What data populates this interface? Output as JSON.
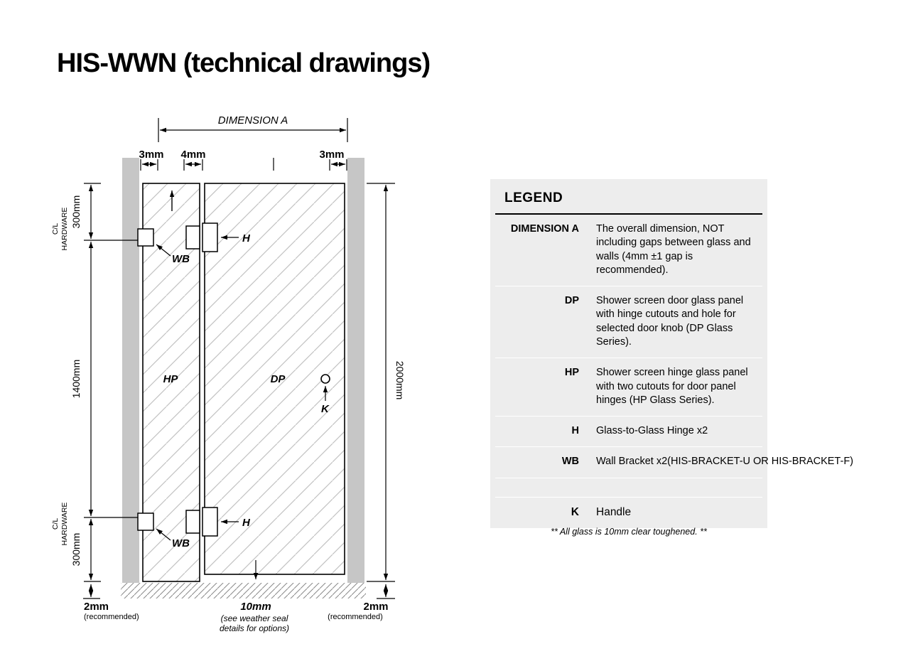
{
  "page": {
    "title": "HIS-WWN (technical drawings)"
  },
  "drawing": {
    "dimension_a": "DIMENSION A",
    "gap_left": "3mm",
    "gap_mid": "4mm",
    "gap_right": "3mm",
    "dim_300_top": "300mm",
    "dim_1400": "1400mm",
    "dim_300_bottom": "300mm",
    "dim_2000": "2000mm",
    "cl_line1": "C/L",
    "cl_line2": "HARDWARE",
    "hp": "HP",
    "dp": "DP",
    "h": "H",
    "wb": "WB",
    "k": "K",
    "bottom_left_value": "2mm",
    "bottom_left_note": "(recommended)",
    "bottom_center_value": "10mm",
    "bottom_center_note1": "(see weather seal",
    "bottom_center_note2": "details for options)",
    "bottom_right_value": "2mm",
    "bottom_right_note": "(recommended)"
  },
  "legend": {
    "title": "LEGEND",
    "rows": [
      {
        "term": "DIMENSION A",
        "desc": "The overall dimension, NOT including gaps between glass and walls (4mm ±1 gap is recommended)."
      },
      {
        "term": "DP",
        "desc": "Shower screen door glass panel with hinge cutouts and hole for selected door knob (DP Glass Series)."
      },
      {
        "term": "HP",
        "desc": "Shower screen hinge glass panel with two cutouts for door panel hinges (HP Glass Series)."
      },
      {
        "term": "H",
        "desc": "Glass-to-Glass Hinge x2"
      },
      {
        "term": "WB",
        "desc": "Wall Bracket x2(HIS-BRACKET-U OR HIS-BRACKET-F)"
      },
      {
        "term": "K",
        "desc": "Handle"
      }
    ],
    "footnote": "** All glass is 10mm clear toughened. **"
  },
  "colors": {
    "wall": "#c6c6c6",
    "glass_hatch": "#c2c2c2",
    "floor_hatch": "#8a8a8a",
    "legend_bg": "#ededed",
    "line": "#000000"
  }
}
